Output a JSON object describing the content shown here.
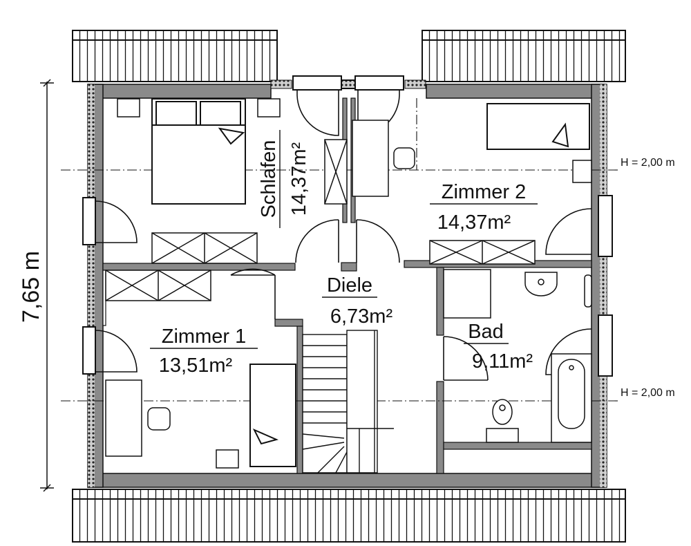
{
  "rooms": {
    "schlafen": {
      "name": "Schlafen",
      "area": "14,37m²"
    },
    "zimmer2": {
      "name": "Zimmer 2",
      "area": "14,37m²"
    },
    "diele": {
      "name": "Diele",
      "area": "6,73m²"
    },
    "zimmer1": {
      "name": "Zimmer 1",
      "area": "13,51m²"
    },
    "bad": {
      "name": "Bad",
      "area": "9,11m²"
    }
  },
  "height_lines": {
    "upper": "H = 2,00 m",
    "lower": "H = 2,00 m"
  },
  "dimension": {
    "depth": "7,65 m"
  },
  "colors": {
    "wall": "#8a8a8a",
    "line": "#111111",
    "background": "#ffffff"
  }
}
